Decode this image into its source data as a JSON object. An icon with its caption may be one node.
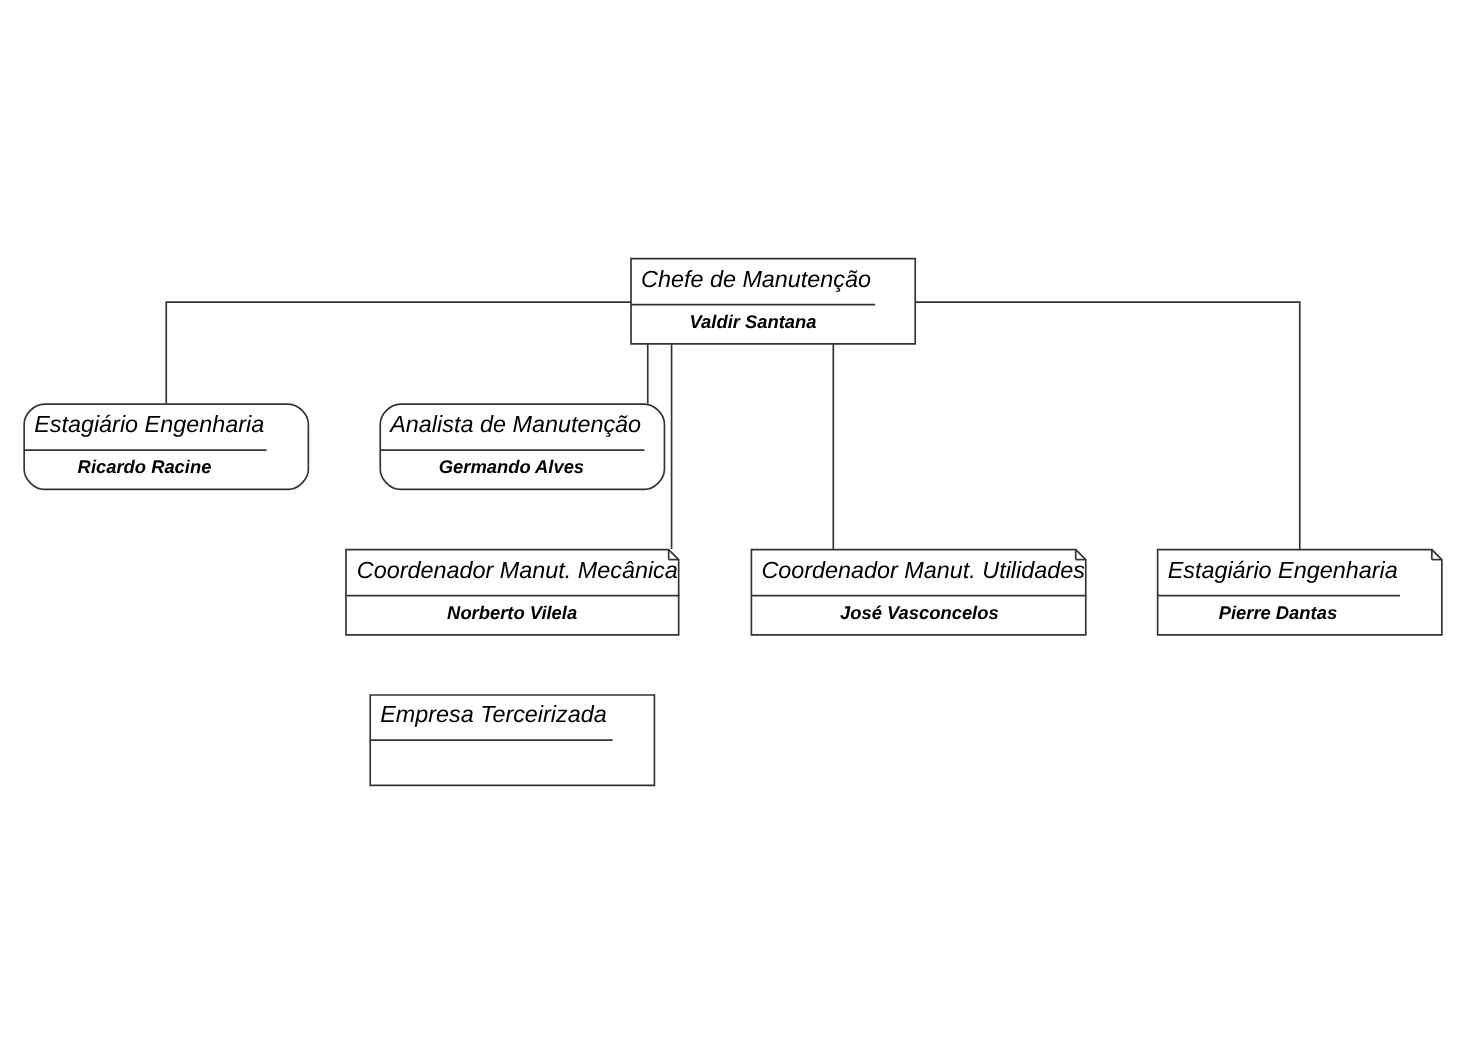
{
  "diagram": {
    "nodes": [
      {
        "text": [
          "Chefe de Manutenção",
          "Valdir Santana"
        ]
      },
      {
        "text": [
          "Estagiário Engenharia",
          "Ricardo Racine"
        ]
      },
      {
        "text": [
          "Analista de Manutenção",
          "Germando Alves"
        ]
      },
      {
        "text": [
          "Coordenador Manut. Mecânica",
          "Norberto Vilela"
        ]
      },
      {
        "text": [
          "Coordenador Manut. Utilidades",
          "José Vasconcelos"
        ]
      },
      {
        "text": [
          "Estagiário Engenharia",
          "Pierre Dantas"
        ]
      },
      {
        "text": [
          "Empresa Terceirizada"
        ]
      }
    ],
    "edges": [
      {
        "from": 0,
        "to": 1,
        "arrow": "none"
      },
      {
        "from": 0,
        "to": 2,
        "arrow": "none"
      },
      {
        "from": 0,
        "to": 3,
        "arrow": "none"
      },
      {
        "from": 0,
        "to": 4,
        "arrow": "none"
      },
      {
        "from": 0,
        "to": 5,
        "arrow": "none"
      }
    ]
  }
}
